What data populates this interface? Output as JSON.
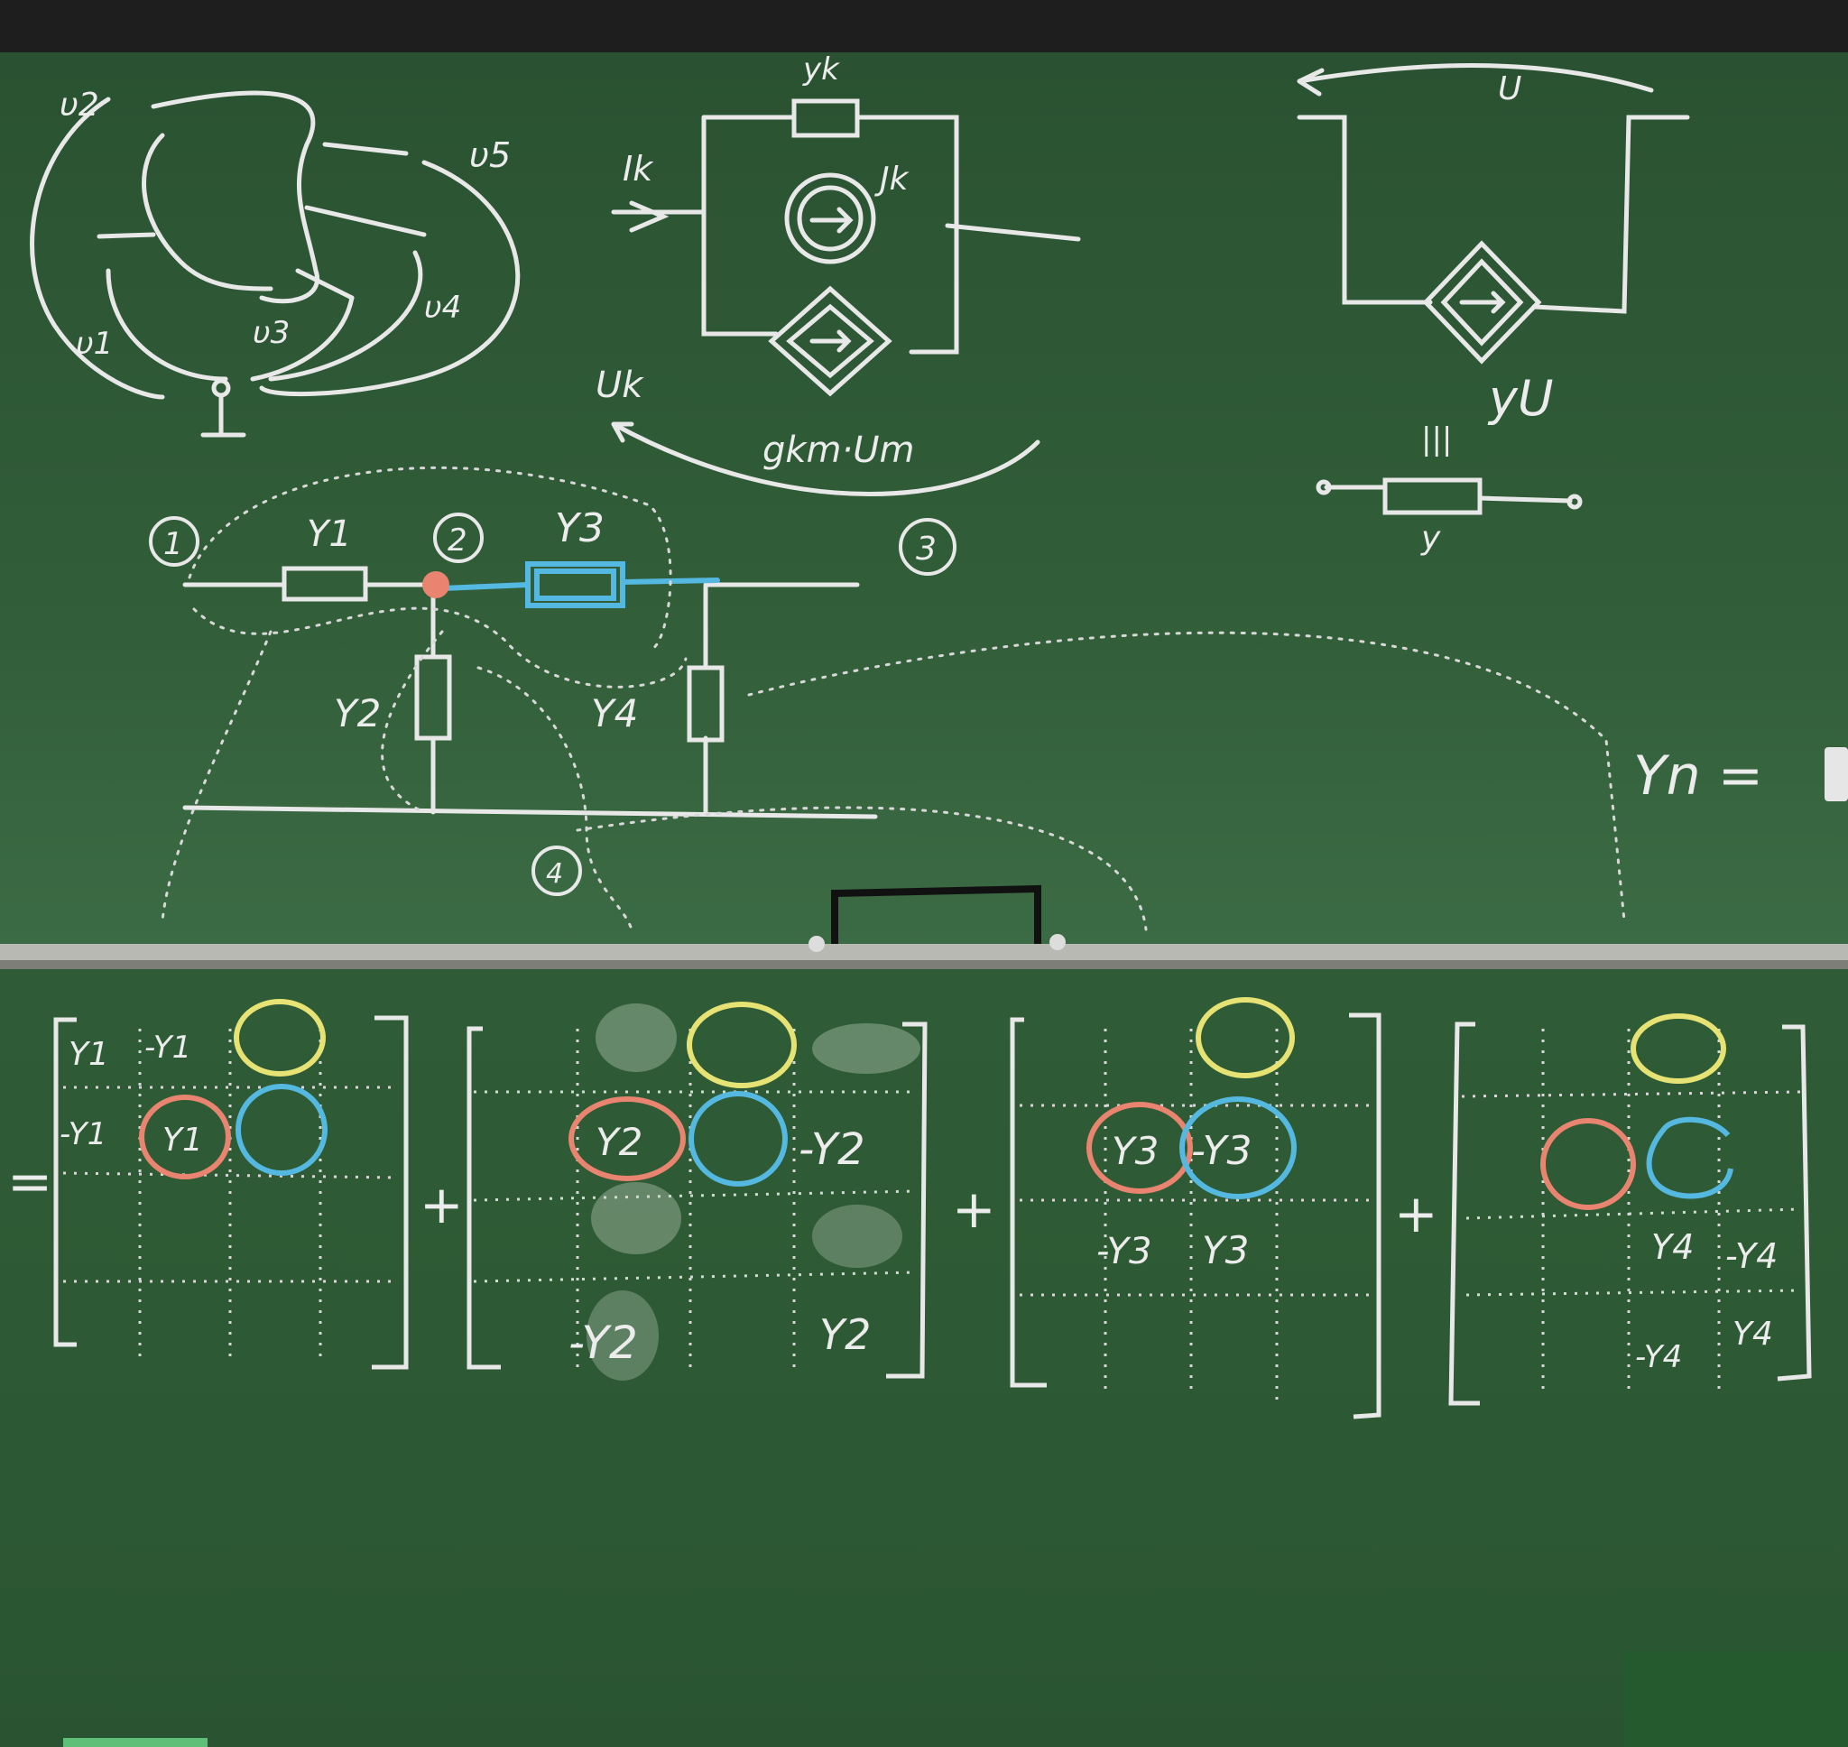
{
  "colors": {
    "board": "#2f5a36",
    "board_dark": "#27492c",
    "frame": "#232323",
    "chalk_white": "#ececec",
    "chalk_red": "#e8846f",
    "chalk_blue": "#55b8e0",
    "chalk_yellow": "#e6e374"
  },
  "upper_board": {
    "graph": {
      "labels": [
        "υ2",
        "υ5",
        "υ4",
        "υ3",
        "υ1"
      ],
      "ground": "⊥"
    },
    "vccs": {
      "labels": [
        "yk",
        "Ik",
        "Jk",
        "Uk",
        "gkm·Um"
      ]
    },
    "dependent_source": {
      "labels": [
        "U",
        "yU",
        "|||",
        "y"
      ]
    },
    "ladder": {
      "nodes": [
        "1",
        "2",
        "3",
        "4"
      ],
      "elements": [
        "Y1",
        "Y3",
        "Y2",
        "Y4"
      ]
    },
    "matrix_heading": "Yn ="
  },
  "lower_board": {
    "equals": "=",
    "plus": "+",
    "matrix1": {
      "a11": "Y1",
      "a12": "-Y1",
      "a21": "-Y1",
      "a22": "Y1"
    },
    "matrix2": {
      "a22": "Y2",
      "a24": "-Y2",
      "a42": "-Y2",
      "a44": "Y2"
    },
    "matrix3": {
      "a22": "Y3",
      "a23": "-Y3",
      "a32": "-Y3",
      "a33": "Y3"
    },
    "matrix4": {
      "a33": "Y4",
      "a34": "-Y4",
      "a43": "-Y4",
      "a44": "Y4"
    }
  }
}
